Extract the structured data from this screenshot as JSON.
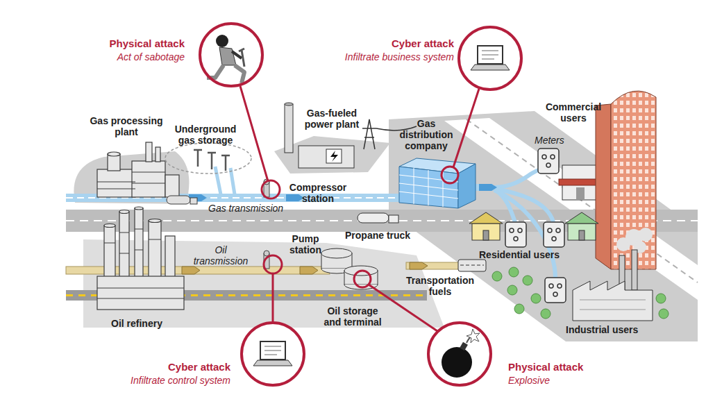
{
  "diagram": {
    "nodes": [
      {
        "text": [
          "Physical attack",
          "Act of sabotage"
        ]
      },
      {
        "text": [
          "Cyber attack",
          "Infiltrate business system"
        ]
      },
      {
        "text": [
          "Cyber attack",
          "Infiltrate control system"
        ]
      },
      {
        "text": [
          "Physical attack",
          "Explosive"
        ]
      }
    ],
    "labels": [
      "Gas processing plant",
      "Underground gas storage",
      "Gas-fueled power plant",
      "Gas distribution company",
      "Commercial users",
      "Meters",
      "Compressor station",
      "Gas transmission",
      "Propane truck",
      "Oil transmission",
      "Pump station",
      "Residential users",
      "Transportation fuels",
      "Oil storage and terminal",
      "Oil refinery",
      "Industrial users"
    ]
  }
}
